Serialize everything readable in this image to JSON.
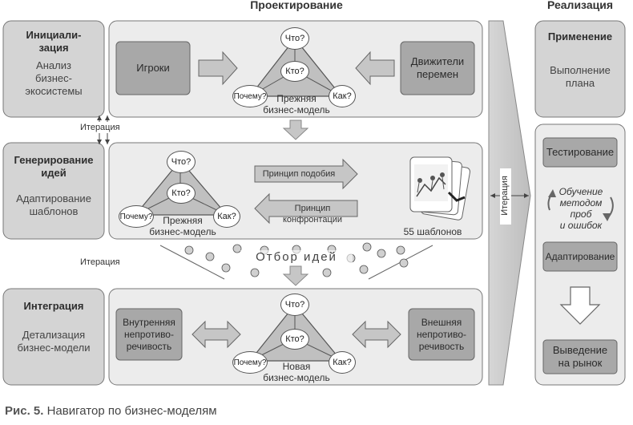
{
  "headers": {
    "design": "Проектирование",
    "realization": "Реализация"
  },
  "phases": {
    "initiation": {
      "title": "Инициали-\nзация",
      "subtitle": "Анализ\nбизнес-\nэкосистемы"
    },
    "ideation": {
      "title": "Генерирование\nидей",
      "subtitle": "Адаптирование\nшаблонов"
    },
    "integration": {
      "title": "Интеграция",
      "subtitle": "Детализация\nбизнес-модели"
    }
  },
  "row1": {
    "left_box": "Игроки",
    "right_box": "Движители\nперемен",
    "triangle": {
      "top": "Что?",
      "center": "Кто?",
      "left": "Почему?",
      "right": "Как?",
      "caption": "Прежняя\nбизнес-модель"
    }
  },
  "row2": {
    "triangle": {
      "top": "Что?",
      "center": "Кто?",
      "left": "Почему?",
      "right": "Как?",
      "caption": "Прежняя\nбизнес-модель"
    },
    "arrow_similarity": "Принцип подобия",
    "arrow_confrontation": "Принцип конфронтации",
    "templates_label": "55 шаблонов"
  },
  "row3": {
    "left_box": "Внутренняя\nнепротиво-\nречивость",
    "right_box": "Внешняя\nнепротиво-\nречивость",
    "triangle": {
      "top": "Что?",
      "center": "Кто?",
      "left": "Почему?",
      "right": "Как?",
      "caption": "Новая\nбизнес-модель"
    }
  },
  "iteration": {
    "label_1": "Итерация",
    "label_2": "Итерация",
    "label_vertical": "Итерация"
  },
  "funnel": {
    "label": "Отбор идей"
  },
  "realization": {
    "application": {
      "title": "Применение",
      "subtitle": "Выполнение\nплана"
    },
    "testing": "Тестирование",
    "learning": "Обучение\nметодом проб\nи ошибок",
    "adapting": "Адаптирование",
    "market": "Выведение\nна рынок"
  },
  "caption": {
    "prefix": "Рис. 5.",
    "text": "Навигатор по бизнес-моделям"
  },
  "colors": {
    "panel_fill": "#ececec",
    "phase_fill": "#d4d4d4",
    "dark_box": "#a8a8a8",
    "arrow_fill": "#c6c6c6",
    "stroke": "#555555"
  }
}
